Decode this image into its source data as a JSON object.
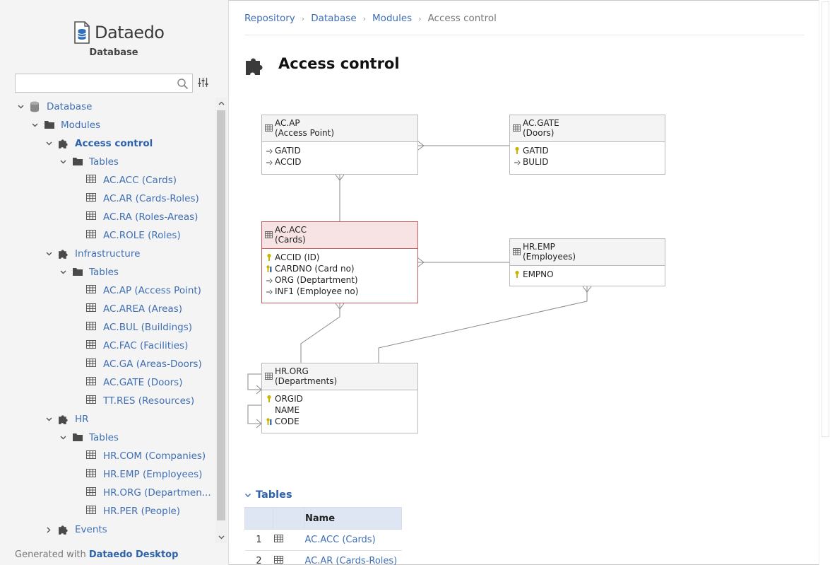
{
  "app": {
    "logo_text": "Dataedo",
    "database_label": "Database",
    "search": {
      "value": "",
      "placeholder": ""
    },
    "footer": {
      "prefix": "Generated with",
      "product": "Dataedo Desktop"
    }
  },
  "sidebar": {
    "tree": [
      {
        "label": "Database",
        "level": 0,
        "expanded": true,
        "icon": "database-icon"
      },
      {
        "label": "Modules",
        "level": 1,
        "expanded": true,
        "icon": "folder-icon"
      },
      {
        "label": "Access control",
        "level": 2,
        "expanded": true,
        "icon": "puzzle-icon",
        "active": true
      },
      {
        "label": "Tables",
        "level": 3,
        "expanded": true,
        "icon": "folder-icon"
      },
      {
        "label": "AC.ACC (Cards)",
        "level": 4,
        "icon": "table-icon"
      },
      {
        "label": "AC.AR (Cards-Roles)",
        "level": 4,
        "icon": "table-icon"
      },
      {
        "label": "AC.RA (Roles-Areas)",
        "level": 4,
        "icon": "table-icon"
      },
      {
        "label": "AC.ROLE (Roles)",
        "level": 4,
        "icon": "table-icon"
      },
      {
        "label": "Infrastructure",
        "level": 2,
        "expanded": true,
        "icon": "puzzle-icon"
      },
      {
        "label": "Tables",
        "level": 3,
        "expanded": true,
        "icon": "folder-icon"
      },
      {
        "label": "AC.AP (Access Point)",
        "level": 4,
        "icon": "table-icon"
      },
      {
        "label": "AC.AREA (Areas)",
        "level": 4,
        "icon": "table-icon"
      },
      {
        "label": "AC.BUL (Buildings)",
        "level": 4,
        "icon": "table-icon"
      },
      {
        "label": "AC.FAC (Facilities)",
        "level": 4,
        "icon": "table-icon"
      },
      {
        "label": "AC.GA (Areas-Doors)",
        "level": 4,
        "icon": "table-icon"
      },
      {
        "label": "AC.GATE (Doors)",
        "level": 4,
        "icon": "table-icon"
      },
      {
        "label": "TT.RES (Resources)",
        "level": 4,
        "icon": "table-icon"
      },
      {
        "label": "HR",
        "level": 2,
        "expanded": true,
        "icon": "puzzle-icon"
      },
      {
        "label": "Tables",
        "level": 3,
        "expanded": true,
        "icon": "folder-icon"
      },
      {
        "label": "HR.COM (Companies)",
        "level": 4,
        "icon": "table-icon"
      },
      {
        "label": "HR.EMP (Employees)",
        "level": 4,
        "icon": "table-icon"
      },
      {
        "label": "HR.ORG (Departmen...",
        "level": 4,
        "icon": "table-icon"
      },
      {
        "label": "HR.PER (People)",
        "level": 4,
        "icon": "table-icon"
      },
      {
        "label": "Events",
        "level": 2,
        "expanded": false,
        "icon": "puzzle-icon"
      }
    ]
  },
  "main": {
    "breadcrumb": [
      "Repository",
      "Database",
      "Modules",
      "Access control"
    ],
    "title": "Access control",
    "erd": {
      "entities": [
        {
          "id": "ac-ap",
          "name": "AC.AP",
          "subtitle": "(Access Point)",
          "highlight": false,
          "columns": [
            {
              "name": "GATID",
              "key": "fk"
            },
            {
              "name": "ACCID",
              "key": "fk"
            }
          ]
        },
        {
          "id": "ac-gate",
          "name": "AC.GATE",
          "subtitle": "(Doors)",
          "highlight": false,
          "columns": [
            {
              "name": "GATID",
              "key": "pk"
            },
            {
              "name": "BULID",
              "key": "fk"
            }
          ]
        },
        {
          "id": "ac-acc",
          "name": "AC.ACC",
          "subtitle": "(Cards)",
          "highlight": true,
          "columns": [
            {
              "name": "ACCID (ID)",
              "key": "pk"
            },
            {
              "name": "CARDNO (Card no)",
              "key": "uk"
            },
            {
              "name": "ORG (Deptartment)",
              "key": "fk"
            },
            {
              "name": "INF1 (Employee no)",
              "key": "fk"
            }
          ]
        },
        {
          "id": "hr-emp",
          "name": "HR.EMP",
          "subtitle": "(Employees)",
          "highlight": false,
          "columns": [
            {
              "name": "EMPNO",
              "key": "pk"
            }
          ]
        },
        {
          "id": "hr-org",
          "name": "HR.ORG",
          "subtitle": "(Departments)",
          "highlight": false,
          "columns": [
            {
              "name": "ORGID",
              "key": "pk"
            },
            {
              "name": "NAME",
              "key": "none"
            },
            {
              "name": "CODE",
              "key": "uk"
            }
          ]
        }
      ]
    },
    "tables_section": {
      "title": "Tables",
      "header": {
        "num": "",
        "name": "Name"
      },
      "rows": [
        {
          "num": "1",
          "name": "AC.ACC (Cards)"
        },
        {
          "num": "2",
          "name": "AC.AR (Cards-Roles)"
        }
      ]
    }
  }
}
